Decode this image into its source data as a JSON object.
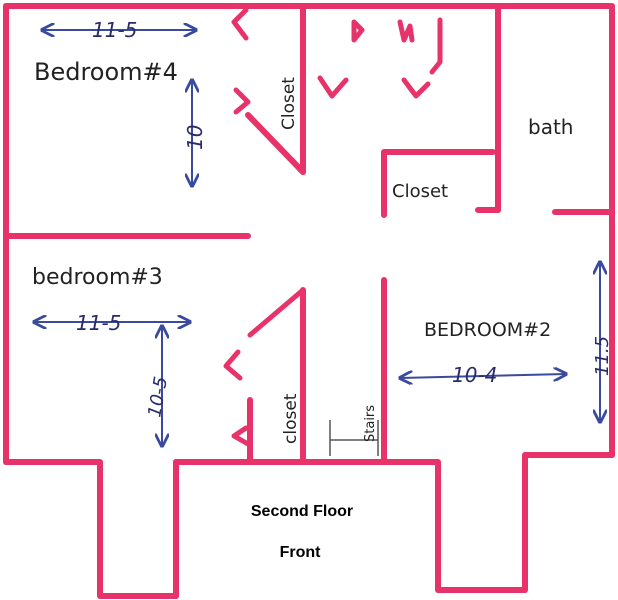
{
  "rooms": {
    "bedroom4": {
      "label": "Bedroom#4",
      "width": "11-5",
      "depth": "10"
    },
    "bedroom3": {
      "label": "bedroom#3",
      "width": "11-5",
      "depth": "10-5"
    },
    "bedroom2": {
      "label": "BEDROOM#2",
      "width": "10-4",
      "depth": "11.5"
    },
    "bath": {
      "label": "bath"
    },
    "closet_b4": {
      "label": "Closet"
    },
    "closet_hall": {
      "label": "Closet"
    },
    "closet_b3": {
      "label": "closet"
    },
    "stairs": {
      "label": "Stairs"
    }
  },
  "captions": {
    "floor": "Second Floor",
    "side": "Front"
  },
  "colors": {
    "walls": "#e8336a",
    "dimensions": "#3a4a9c",
    "ink": "#222222"
  }
}
